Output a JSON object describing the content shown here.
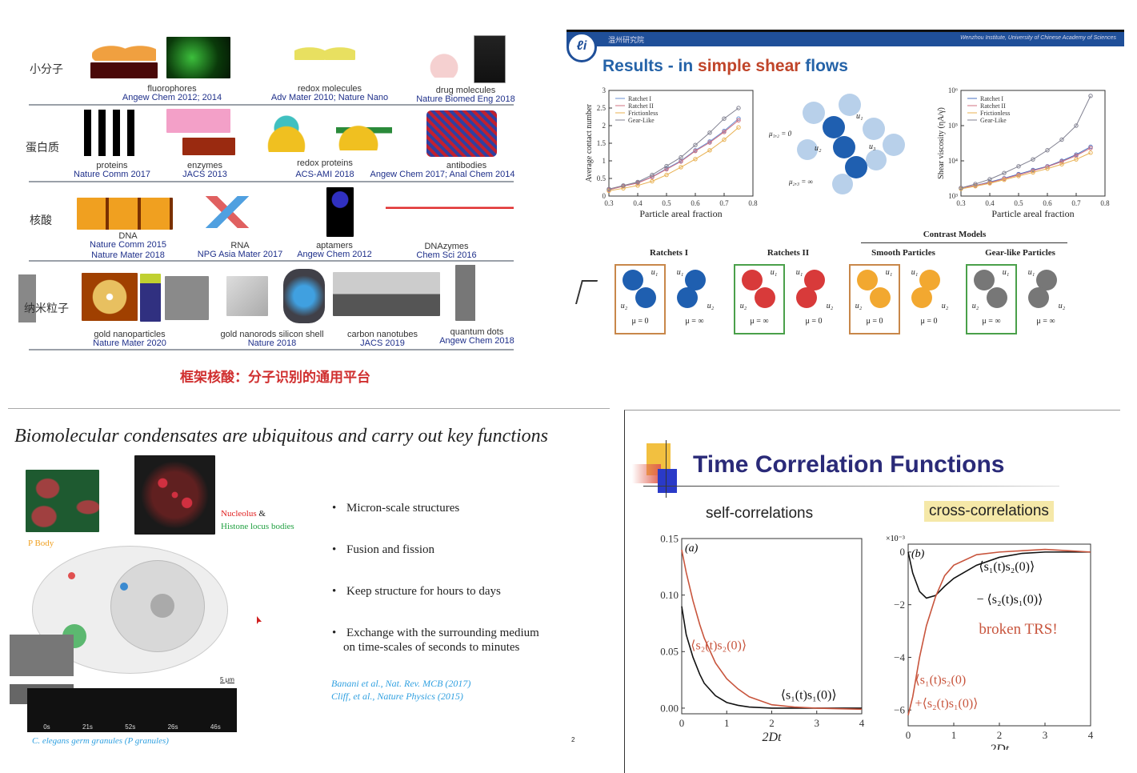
{
  "slide1": {
    "rows": [
      {
        "label": "小分子",
        "items": [
          {
            "name": "fluorophores",
            "ref": "Angew Chem 2012; 2014"
          },
          {
            "name": "redox molecules",
            "ref": "Adv Mater 2010; Nature Nano"
          },
          {
            "name": "drug molecules",
            "ref": "Nature Biomed Eng 2018"
          }
        ]
      },
      {
        "label": "蛋白质",
        "items": [
          {
            "name": "proteins",
            "ref": "Nature Comm 2017"
          },
          {
            "name": "enzymes",
            "ref": "JACS 2013"
          },
          {
            "name": "redox proteins",
            "ref": "ACS-AMI 2018"
          },
          {
            "name": "antibodies",
            "ref": "Angew Chem 2017; Anal Chem 2014"
          }
        ]
      },
      {
        "label": "核酸",
        "items": [
          {
            "name": "DNA",
            "ref": "Nature Comm 2015",
            "ref2": "Nature Mater 2018"
          },
          {
            "name": "RNA",
            "ref": "NPG Asia Mater 2017"
          },
          {
            "name": "aptamers",
            "ref": "Angew Chem 2012"
          },
          {
            "name": "DNAzymes",
            "ref": "Chem Sci 2016"
          }
        ]
      },
      {
        "label": "纳米粒子",
        "items": [
          {
            "name": "gold nanoparticles",
            "ref": "Nature Mater 2020"
          },
          {
            "name": "gold nanorods silicon shell",
            "ref": "Nature 2018"
          },
          {
            "name": "carbon nanotubes",
            "ref": "JACS 2019"
          },
          {
            "name": "quantum dots",
            "ref": "Angew Chem 2018"
          }
        ]
      }
    ],
    "caption": "框架核酸：分子识别的通用平台",
    "caption_color": "#d03030"
  },
  "slide2": {
    "header_left": "温州研究院",
    "header_right": "Wenzhou Institute, University of Chinese Academy of Sciences",
    "title_part1": "Results - in ",
    "title_part2": "simple shear",
    "title_part3": " flows",
    "diagram_labels": {
      "mu1": "μ₁,₂ = 0",
      "mu2": "μ₂,₃ = ∞",
      "u1": "u₁",
      "u2": "u₂",
      "u3": "u₃"
    },
    "contrast_models": "Contrast Models",
    "panels": [
      {
        "title": "Ratchets I",
        "color": "#1f5fb0",
        "frame": "#c8874a",
        "left_mu": "μ = 0",
        "right_mu": "μ = ∞"
      },
      {
        "title": "Ratchets II",
        "color": "#d83a3a",
        "frame": "#4aa04a",
        "left_mu": "μ = ∞",
        "right_mu": "μ = 0"
      },
      {
        "title": "Smooth Particles",
        "color": "#f2a830",
        "frame": "#c8874a",
        "left_mu": "μ = 0",
        "right_mu": "μ = 0"
      },
      {
        "title": "Gear-like Particles",
        "color": "#777777",
        "frame": "#4aa04a",
        "left_mu": "μ = ∞",
        "right_mu": "μ = ∞"
      }
    ],
    "u_labels": [
      "u₁",
      "u₂"
    ]
  },
  "slide3": {
    "title": "Biomolecular condensates are ubiquitous and carry out key functions",
    "label_nucleolus": "Nucleolus",
    "label_amp": " &",
    "label_histone": "Histone locus bodies",
    "label_pbody": "P Body",
    "scale": "5 μm",
    "timestamps": [
      "0s",
      "21s",
      "52s",
      "26s",
      "46s"
    ],
    "granules_caption": "C. elegans germ granules (P granules)",
    "bullets": [
      "Micron-scale structures",
      "Fusion and fission",
      "Keep structure for hours to days",
      "Exchange with the surrounding medium",
      "on time-scales of seconds to minutes"
    ],
    "refs": [
      "Banani et al., Nat. Rev. MCB (2017)",
      "Cliff, et al., Nature Physics (2015)"
    ],
    "page_number": "2"
  },
  "slide4": {
    "title": "Time Correlation Functions",
    "self_label": "self-correlations",
    "cross_label": "cross-correlations",
    "broken": "broken TRS!"
  },
  "chart_data": [
    {
      "type": "line",
      "id": "contact",
      "xlabel": "Particle areal fraction",
      "ylabel": "Average contact number",
      "xlim": [
        0.3,
        0.8
      ],
      "ylim": [
        0,
        3
      ],
      "xticks": [
        0.3,
        0.4,
        0.5,
        0.6,
        0.7,
        0.8
      ],
      "yticks": [
        0,
        0.5,
        1,
        1.5,
        2,
        2.5,
        3
      ],
      "legend": "top-left",
      "x": [
        0.3,
        0.35,
        0.4,
        0.45,
        0.5,
        0.55,
        0.6,
        0.65,
        0.7,
        0.75
      ],
      "series": [
        {
          "name": "Ratchet I",
          "color": "#6a8fd0",
          "values": [
            0.18,
            0.28,
            0.38,
            0.55,
            0.78,
            1.0,
            1.3,
            1.55,
            1.85,
            2.2
          ]
        },
        {
          "name": "Ratchet II",
          "color": "#d07080",
          "values": [
            0.18,
            0.28,
            0.37,
            0.54,
            0.76,
            0.98,
            1.28,
            1.52,
            1.82,
            2.15
          ]
        },
        {
          "name": "Frictionless",
          "color": "#e8b050",
          "values": [
            0.15,
            0.22,
            0.3,
            0.42,
            0.6,
            0.82,
            1.05,
            1.3,
            1.6,
            1.95
          ]
        },
        {
          "name": "Gear-Like",
          "color": "#808090",
          "values": [
            0.2,
            0.3,
            0.4,
            0.6,
            0.85,
            1.1,
            1.45,
            1.8,
            2.2,
            2.5
          ]
        }
      ]
    },
    {
      "type": "line",
      "id": "viscosity",
      "xlabel": "Particle areal fraction",
      "ylabel": "Shear viscosity (ηA/γ̇)",
      "xlim": [
        0.3,
        0.8
      ],
      "ylim": [
        1000,
        1000000
      ],
      "yscale": "log",
      "xticks": [
        0.3,
        0.4,
        0.5,
        0.6,
        0.7,
        0.8
      ],
      "yticks": [
        1000,
        10000,
        100000,
        1000000
      ],
      "ytick_labels": [
        "10³",
        "10⁴",
        "10⁵",
        "10⁶"
      ],
      "legend": "top-left",
      "x": [
        0.3,
        0.35,
        0.4,
        0.45,
        0.5,
        0.55,
        0.6,
        0.65,
        0.7,
        0.75
      ],
      "series": [
        {
          "name": "Ratchet I",
          "color": "#4a70c0",
          "values": [
            1700,
            2000,
            2500,
            3200,
            4200,
            5500,
            7000,
            10000,
            15000,
            25000
          ]
        },
        {
          "name": "Ratchet II",
          "color": "#d07080",
          "values": [
            1700,
            2000,
            2400,
            3100,
            4000,
            5200,
            6800,
            9500,
            14000,
            23000
          ]
        },
        {
          "name": "Frictionless",
          "color": "#e8b050",
          "values": [
            1600,
            1900,
            2300,
            2900,
            3700,
            4700,
            6000,
            8000,
            11000,
            17000
          ]
        },
        {
          "name": "Gear-Like",
          "color": "#808090",
          "values": [
            1700,
            2200,
            3000,
            4500,
            7000,
            11000,
            20000,
            40000,
            100000,
            700000
          ]
        }
      ]
    },
    {
      "type": "line",
      "id": "self",
      "panel": "(a)",
      "xlabel": "2Dt",
      "ylabel": "",
      "xlim": [
        0,
        4
      ],
      "ylim": [
        -0.005,
        0.15
      ],
      "xticks": [
        0,
        1,
        2,
        3,
        4
      ],
      "yticks": [
        0,
        0.05,
        0.1,
        0.15
      ],
      "ytick_labels": [
        "0.00",
        "0.05",
        "0.10",
        "0.15"
      ],
      "x": [
        0,
        0.1,
        0.25,
        0.4,
        0.5,
        0.75,
        1,
        1.25,
        1.5,
        2,
        2.5,
        3,
        3.5,
        4
      ],
      "series": [
        {
          "name": "⟨s₁(t)s₁(0)⟩",
          "color": "#111111",
          "values": [
            0.09,
            0.065,
            0.045,
            0.03,
            0.022,
            0.011,
            0.005,
            0.0025,
            0.001,
            0,
            0,
            0,
            0,
            0
          ]
        },
        {
          "name": "⟨s₂(t)s₂(0)⟩",
          "color": "#c8553d",
          "values": [
            0.14,
            0.12,
            0.095,
            0.074,
            0.062,
            0.04,
            0.026,
            0.017,
            0.01,
            0.003,
            0.001,
            0,
            -0.0005,
            -0.001
          ]
        }
      ]
    },
    {
      "type": "line",
      "id": "cross",
      "panel": "(b)",
      "xlabel": "2Dt",
      "ylabel": "",
      "yscale_note": "×10⁻³",
      "xlim": [
        0,
        4
      ],
      "ylim": [
        -6.6,
        0.3
      ],
      "xticks": [
        0,
        1,
        2,
        3,
        4
      ],
      "yticks": [
        0,
        -2,
        -4,
        -6
      ],
      "ytick_labels": [
        "0",
        "−2",
        "−4",
        "−6"
      ],
      "x": [
        0,
        0.1,
        0.25,
        0.4,
        0.6,
        0.8,
        1,
        1.5,
        2,
        2.5,
        3,
        3.5,
        4
      ],
      "series": [
        {
          "name": "⟨s₁(t)s₂(0)⟩ − ⟨s₂(t)s₁(0)⟩",
          "color": "#111111",
          "values": [
            0,
            -0.8,
            -1.5,
            -1.75,
            -1.65,
            -1.3,
            -1.0,
            -0.5,
            -0.2,
            -0.05,
            0,
            0,
            0
          ]
        },
        {
          "name": "⟨s₁(t)s₂(0)⟩ + ⟨s₂(t)s₁(0)⟩",
          "color": "#c8553d",
          "values": [
            -6.2,
            -5.5,
            -4.0,
            -2.8,
            -1.7,
            -0.9,
            -0.5,
            -0.1,
            0,
            0.05,
            0.1,
            0.05,
            0
          ]
        }
      ]
    }
  ]
}
